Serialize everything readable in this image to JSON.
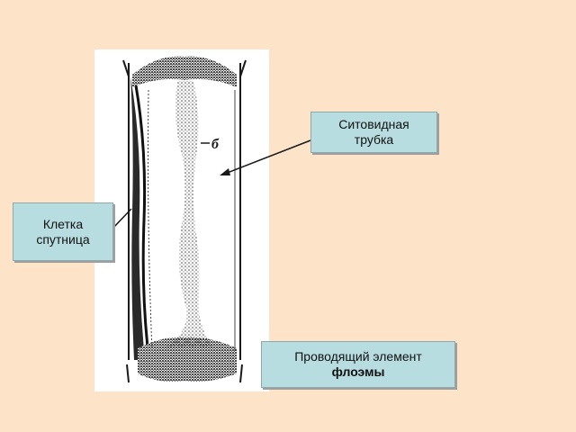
{
  "labels": {
    "sieve_tube": {
      "line1": "Ситовидная",
      "line2": "трубка"
    },
    "companion_cell": {
      "line1": "Клетка",
      "line2": "спутница"
    },
    "conducting_element": {
      "line1": "Проводящий элемент",
      "line2": "флоэмы"
    }
  },
  "drawing": {
    "letter": "б"
  },
  "colors": {
    "background": "#fde3c8",
    "callout_fill": "#b7dde1",
    "ink": "#1a1a1a"
  }
}
